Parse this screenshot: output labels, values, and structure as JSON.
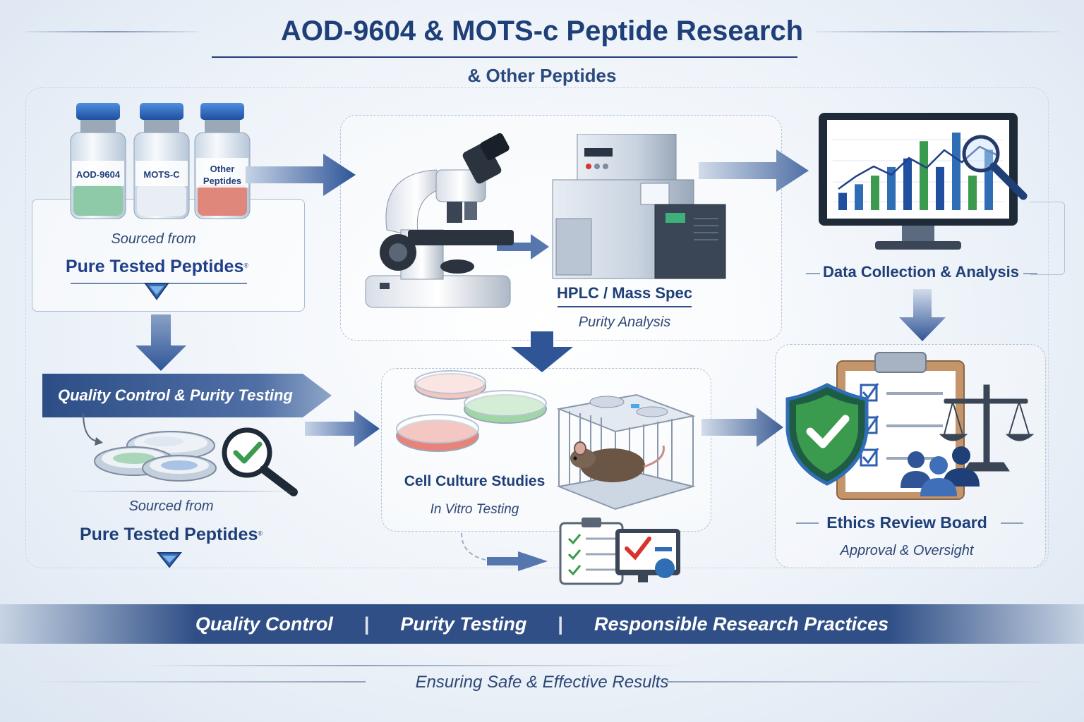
{
  "header": {
    "title": "AOD-9604 & MOTS-c Peptide Research",
    "subtitle": "& Other Peptides"
  },
  "vials": [
    {
      "label": "AOD-9604",
      "powder_color": "#8ec9a8"
    },
    {
      "label": "MOTS-C",
      "powder_color": "#e8eef4"
    },
    {
      "label_line1": "Other",
      "label_line2": "Peptides",
      "powder_color": "#e0877c"
    }
  ],
  "source_top": {
    "line1": "Sourced from",
    "brand": "Pure Tested Peptides",
    "mark": "®"
  },
  "quality_banner": "Quality Control & Purity Testing",
  "source_bottom": {
    "line1": "Sourced from",
    "brand": "Pure Tested Peptides",
    "mark": "®"
  },
  "hplc": {
    "title": "HPLC / Mass Spec",
    "caption": "Purity Analysis"
  },
  "data_analysis": {
    "title": "Data Collection & Analysis",
    "bars": [
      2,
      3,
      4,
      5,
      6,
      8,
      5,
      9,
      4,
      7
    ]
  },
  "cell_culture": {
    "title": "Cell Culture Studies",
    "caption": "In Vitro Testing"
  },
  "ethics": {
    "title": "Ethics Review Board",
    "caption": "Approval & Oversight"
  },
  "footer": {
    "items": [
      "Quality Control",
      "Purity Testing",
      "Responsible Research Practices"
    ],
    "separator": "|",
    "tagline": "Ensuring Safe & Effective Results"
  },
  "colors": {
    "navy": "#1f3f78",
    "accent_blue": "#2f6db5",
    "check_green": "#3a9a4d",
    "alert_red": "#d9342b"
  }
}
